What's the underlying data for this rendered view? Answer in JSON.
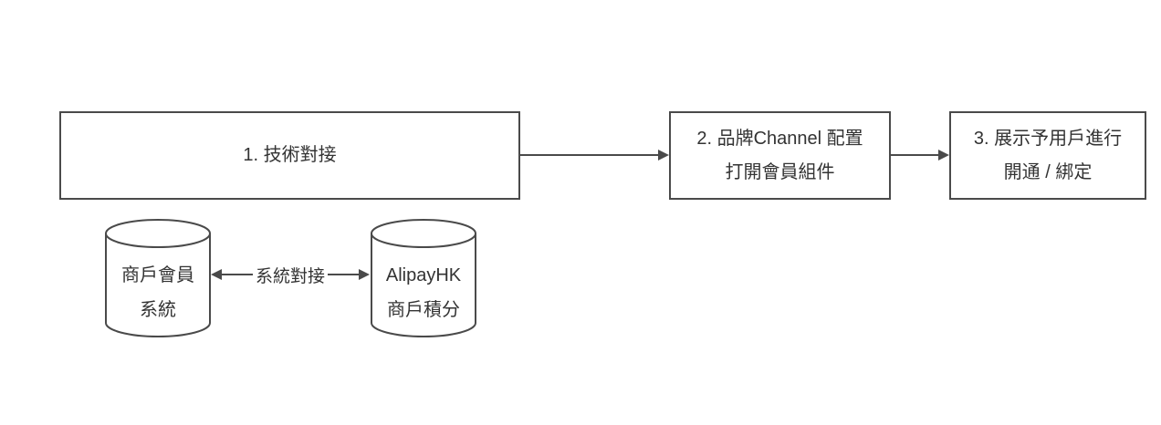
{
  "diagram": {
    "step1": {
      "label": "1. 技術對接"
    },
    "step2": {
      "line1": "2. 品牌Channel 配置",
      "line2": "打開會員組件"
    },
    "step3": {
      "line1": "3. 展示予用戶進行",
      "line2": "開通 / 綁定"
    },
    "database_left": {
      "line1": "商戶會員",
      "line2": "系統"
    },
    "database_right": {
      "line1": "AlipayHK",
      "line2": "商戶積分"
    },
    "connection_label": "系統對接",
    "colors": {
      "stroke": "#4a4a4a",
      "text": "#333333",
      "background": "#ffffff"
    }
  }
}
